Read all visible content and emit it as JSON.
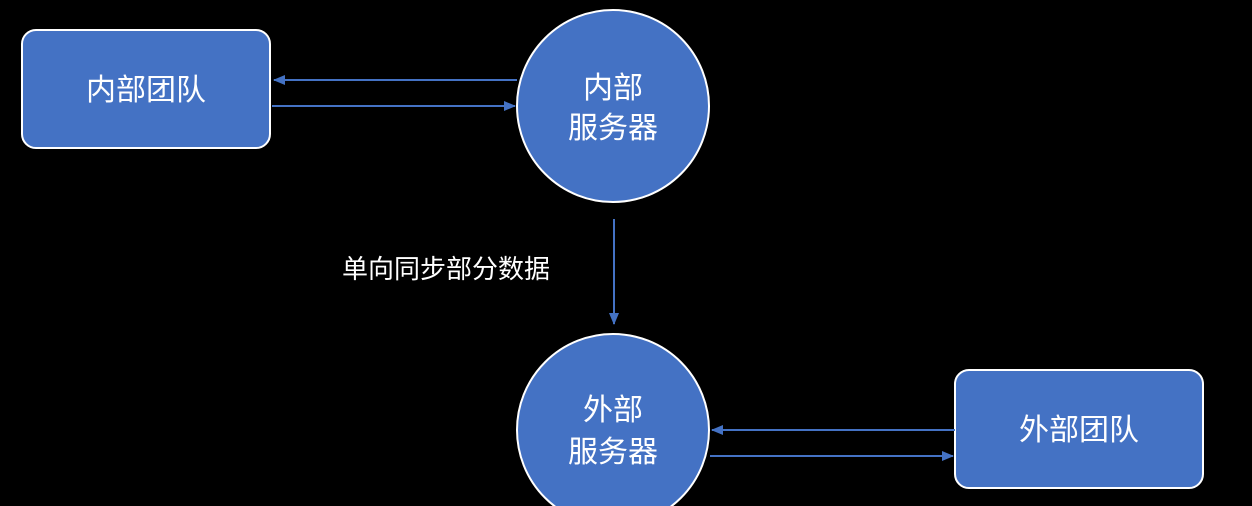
{
  "colors": {
    "background": "#000000",
    "node_fill": "#4472c4",
    "node_stroke": "#ffffff",
    "edge": "#4472c4",
    "text": "#ffffff"
  },
  "nodes": {
    "internal_team": {
      "label": "内部团队"
    },
    "internal_server": {
      "line1": "内部",
      "line2": "服务器"
    },
    "external_server": {
      "line1": "外部",
      "line2": "服务器"
    },
    "external_team": {
      "label": "外部团队"
    }
  },
  "edges": {
    "sync_label": "单向同步部分数据"
  }
}
